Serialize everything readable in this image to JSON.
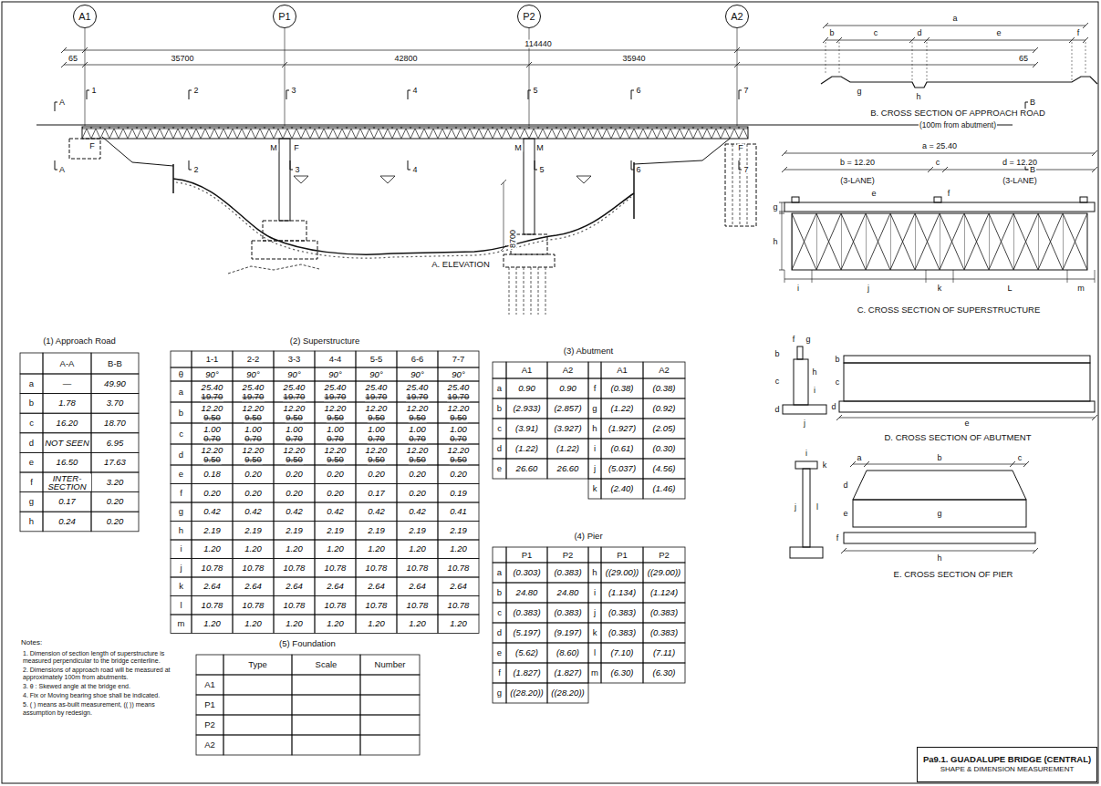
{
  "diagram": {
    "nodes": [
      {
        "text": [
          "A1"
        ]
      },
      {
        "text": [
          "P1"
        ]
      },
      {
        "text": [
          "P2"
        ]
      },
      {
        "text": [
          "A2"
        ]
      },
      {
        "text": [
          "Pa9.1. GUADALUPE BRIDGE (CENTRAL)",
          "SHAPE & DIMENSION MEASUREMENT"
        ]
      }
    ],
    "labels": [
      "114440",
      "65",
      "35700",
      "42800",
      "35940",
      "65",
      "A",
      "1",
      "2",
      "3",
      "4",
      "5",
      "6",
      "7",
      "B",
      "A",
      "2",
      "3",
      "4",
      "5",
      "6",
      "7",
      "B",
      "F",
      "M",
      "F",
      "M",
      "M",
      "F",
      "8700",
      "A. ELEVATION",
      "a",
      "b",
      "c",
      "d",
      "e",
      "f",
      "g",
      "h",
      "B. CROSS SECTION OF APPROACH ROAD",
      "(100m from abutment)",
      "a = 25.40",
      "b = 12.20",
      "c",
      "d = 12.20",
      "(3-LANE)",
      "(3-LANE)",
      "e",
      "f",
      "g",
      "h",
      "i",
      "j",
      "k",
      "L",
      "m",
      "C. CROSS SECTION OF SUPERSTRUCTURE",
      "f",
      "g",
      "b",
      "c",
      "h",
      "i",
      "d",
      "j",
      "b",
      "c",
      "d",
      "e",
      "D. CROSS SECTION OF ABUTMENT",
      "i",
      "k",
      "l",
      "j",
      "a",
      "b",
      "c",
      "d",
      "e",
      "g",
      "f",
      "h",
      "E. CROSS SECTION OF PIER",
      "(1) Approach Road",
      "A-A",
      "B-B",
      "a",
      "—",
      "49.90",
      "b",
      "1.78",
      "3.70",
      "c",
      "16.20",
      "18.70",
      "d",
      "NOT SEEN",
      "6.95",
      "e",
      "16.50",
      "17.63",
      "f",
      "INTER- SECTION",
      "3.20",
      "g",
      "0.17",
      "0.20",
      "h",
      "0.24",
      "0.20",
      "(2) Superstructure",
      "1-1",
      "2-2",
      "3-3",
      "4-4",
      "5-5",
      "6-6",
      "7-7",
      "θ",
      "90°",
      "90°",
      "90°",
      "90°",
      "90°",
      "90°",
      "90°",
      "a",
      "25.40",
      "19.70",
      "25.40",
      "19.70",
      "25.40",
      "19.70",
      "25.40",
      "19.70",
      "25.40",
      "19.70",
      "25.40",
      "19.70",
      "25.40",
      "19.70",
      "b",
      "12.20",
      "9.50",
      "12.20",
      "9.50",
      "12.20",
      "9.50",
      "12.20",
      "9.50",
      "12.20",
      "9.50",
      "12.20",
      "9.50",
      "12.20",
      "9.50",
      "c",
      "1.00",
      "0.70",
      "1.00",
      "0.70",
      "1.00",
      "0.70",
      "1.00",
      "0.70",
      "1.00",
      "0.70",
      "1.00",
      "0.70",
      "1.00",
      "0.70",
      "d",
      "12.20",
      "9.50",
      "12.20",
      "9.50",
      "12.20",
      "9.50",
      "12.20",
      "9.50",
      "12.20",
      "9.50",
      "12.20",
      "9.50",
      "12.20",
      "9.50",
      "e",
      "0.18",
      "0.20",
      "0.20",
      "0.20",
      "0.20",
      "0.20",
      "0.20",
      "f",
      "0.20",
      "0.20",
      "0.20",
      "0.20",
      "0.17",
      "0.20",
      "0.19",
      "g",
      "0.42",
      "0.42",
      "0.42",
      "0.42",
      "0.42",
      "0.42",
      "0.41",
      "h",
      "2.19",
      "2.19",
      "2.19",
      "2.19",
      "2.19",
      "2.19",
      "2.19",
      "i",
      "1.20",
      "1.20",
      "1.20",
      "1.20",
      "1.20",
      "1.20",
      "1.20",
      "j",
      "10.78",
      "10.78",
      "10.78",
      "10.78",
      "10.78",
      "10.78",
      "10.78",
      "k",
      "2.64",
      "2.64",
      "2.64",
      "2.64",
      "2.64",
      "2.64",
      "2.64",
      "l",
      "10.78",
      "10.78",
      "10.78",
      "10.78",
      "10.78",
      "10.78",
      "10.78",
      "m",
      "1.20",
      "1.20",
      "1.20",
      "1.20",
      "1.20",
      "1.20",
      "1.20",
      "(3) Abutment",
      "A1",
      "A2",
      "A1",
      "A2",
      "a",
      "0.90",
      "0.90",
      "f",
      "(0.38)",
      "(0.38)",
      "b",
      "(2.933)",
      "(2.857)",
      "g",
      "(1.22)",
      "(0.92)",
      "c",
      "(3.91)",
      "(3.927)",
      "h",
      "(1.927)",
      "(2.05)",
      "d",
      "(1.22)",
      "(1.22)",
      "i",
      "(0.61)",
      "(0.30)",
      "e",
      "26.60",
      "26.60",
      "j",
      "(5.037)",
      "(4.56)",
      "k",
      "(2.40)",
      "(1.46)",
      "(4) Pier",
      "P1",
      "P2",
      "P1",
      "P2",
      "a",
      "(0.303)",
      "(0.383)",
      "h",
      "((29.00))",
      "((29.00))",
      "b",
      "24.80",
      "24.80",
      "i",
      "(1.134)",
      "(1.124)",
      "c",
      "(0.383)",
      "(0.383)",
      "j",
      "(0.383)",
      "(0.383)",
      "d",
      "(5.197)",
      "(9.197)",
      "k",
      "(0.383)",
      "(0.383)",
      "e",
      "(5.62)",
      "(8.60)",
      "l",
      "(7.10)",
      "(7.11)",
      "f",
      "(1.827)",
      "(1.827)",
      "m",
      "(6.30)",
      "(6.30)",
      "g",
      "((28.20))",
      "((28.20))",
      "(5) Foundation",
      "Type",
      "Scale",
      "Number",
      "A1",
      "P1",
      "P2",
      "A2",
      "Notes:",
      "1. Dimension of section length of superstructure is measured perpendicular to the bridge centerline.",
      "2. Dimensions of approach road will be measured at approximately 100m from abutments.",
      "3. θ : Skewed angle at the bridge end.",
      "4. Fix or Moving bearing shoe shall be indicated.",
      "5. ( ) means as-built measurement, (( )) means assumption by redesign."
    ]
  }
}
